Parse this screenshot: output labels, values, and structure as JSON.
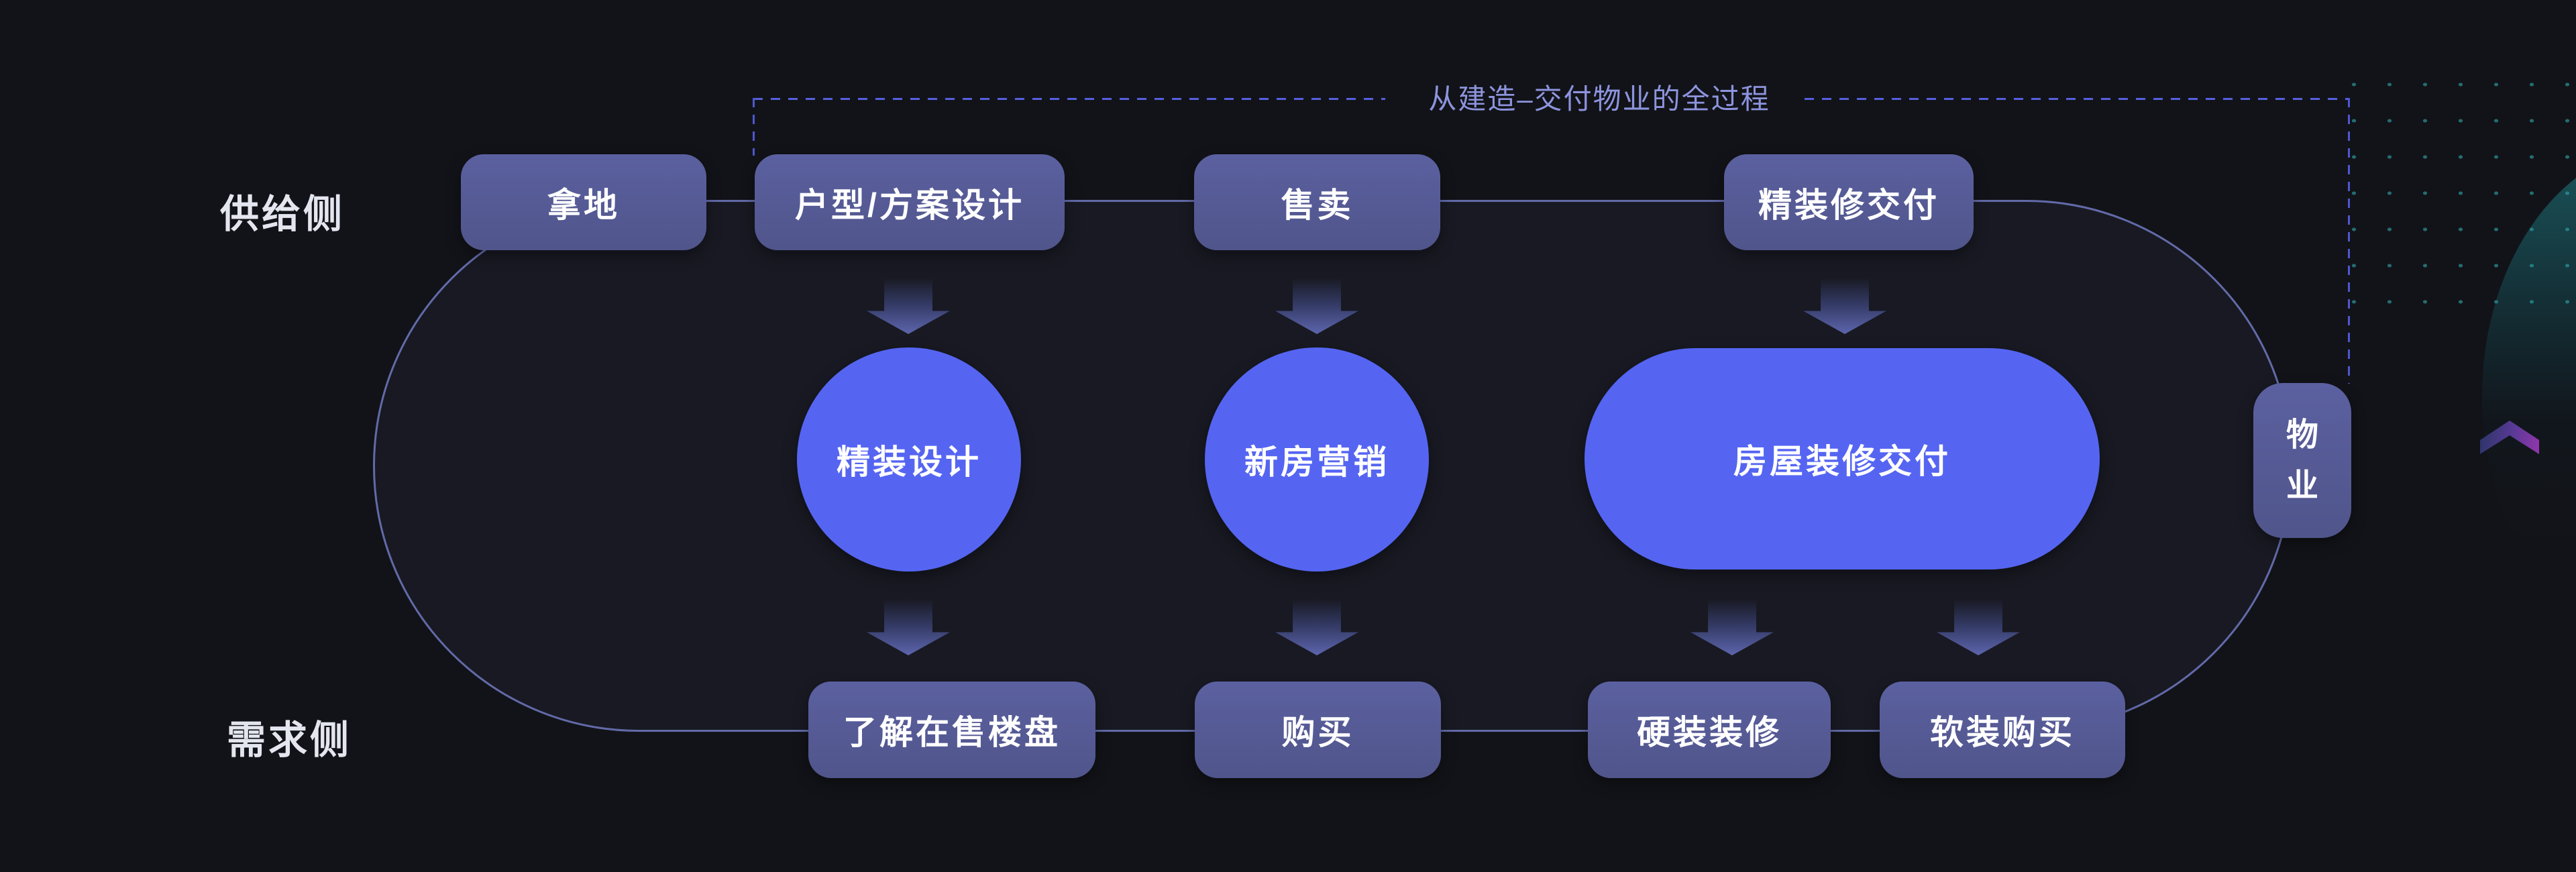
{
  "bracket": {
    "label": "从建造–交付物业的全过程"
  },
  "sides": {
    "supply": "供给侧",
    "demand": "需求侧"
  },
  "supply_nodes": [
    {
      "label": "拿地"
    },
    {
      "label": "户型/方案设计"
    },
    {
      "label": "售卖"
    },
    {
      "label": "精装修交付"
    }
  ],
  "core_nodes": [
    {
      "label": "精装设计"
    },
    {
      "label": "新房营销"
    },
    {
      "label": "房屋装修交付"
    }
  ],
  "property_node": {
    "label": "物业",
    "chars": [
      "物",
      "业"
    ]
  },
  "demand_nodes": [
    {
      "label": "了解在售楼盘"
    },
    {
      "label": "购买"
    },
    {
      "label": "硬装装修"
    },
    {
      "label": "软装购买"
    }
  ],
  "icons": {
    "down_arrow": "down-arrow",
    "chevron_up": "chevron-up",
    "dot_grid": "teal-dot-grid",
    "circle_glow": "teal-circle"
  },
  "colors": {
    "background": "#121318",
    "accent_blue": "#5565f2",
    "slate_node": "#565b93",
    "loop_stroke": "#626aa8",
    "dash_line": "#5560dd",
    "bracket_text": "#8d94de",
    "side_label_text": "#e4e6ef",
    "node_text": "#ffffff",
    "teal_dot": "#2da0a5",
    "chevron_gradient_from": "#30356d",
    "chevron_gradient_to": "#8d36a9"
  }
}
